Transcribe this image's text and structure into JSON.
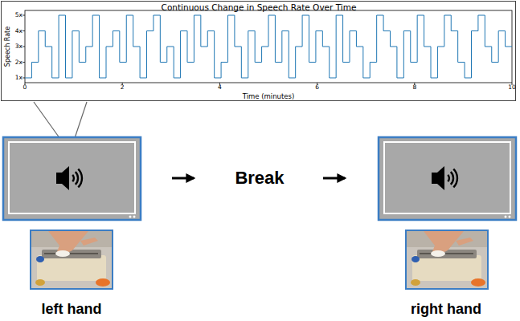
{
  "diagram": {
    "nodes": [
      {
        "text": [
          "Continuous Change in Speech Rate Over Time",
          "Speech Rate",
          "5x",
          "4x",
          "3x",
          "2x",
          "1x",
          "0",
          "2",
          "4",
          "6",
          "8",
          "10",
          "Time (minutes)"
        ]
      }
    ],
    "labels": [
      "Break",
      "left hand",
      "right hand"
    ]
  }
}
